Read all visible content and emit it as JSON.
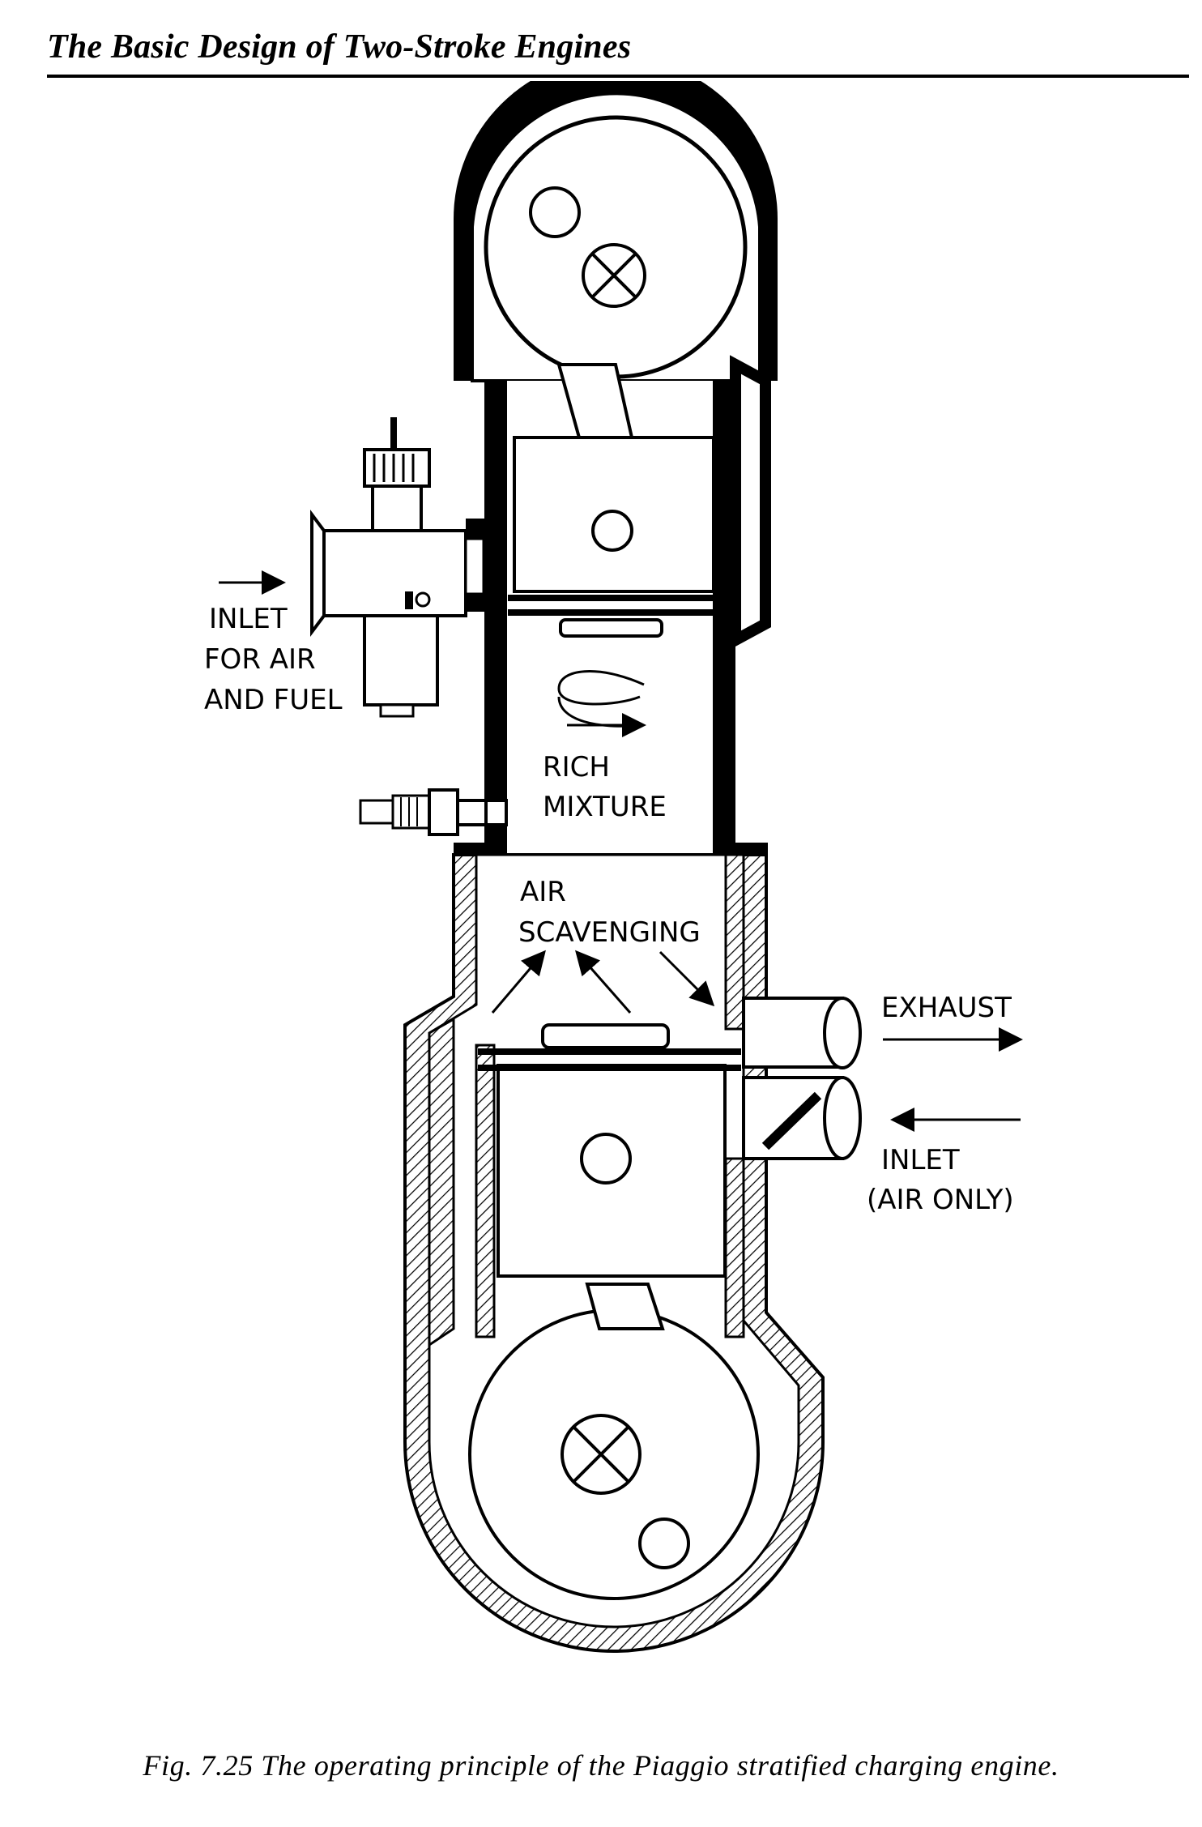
{
  "page": {
    "running_head": "The Basic Design of Two-Stroke Engines",
    "caption": "Fig. 7.25 The operating principle of the Piaggio stratified charging engine."
  },
  "figure": {
    "labels": {
      "inlet_fuel": [
        "INLET",
        "FOR AIR",
        "AND FUEL"
      ],
      "rich_mixture": [
        "RICH",
        "MIXTURE"
      ],
      "air_scavenging": [
        "AIR",
        "SCAVENGING"
      ],
      "exhaust": "EXHAUST",
      "inlet_air": [
        "INLET",
        "(AIR ONLY)"
      ]
    }
  }
}
